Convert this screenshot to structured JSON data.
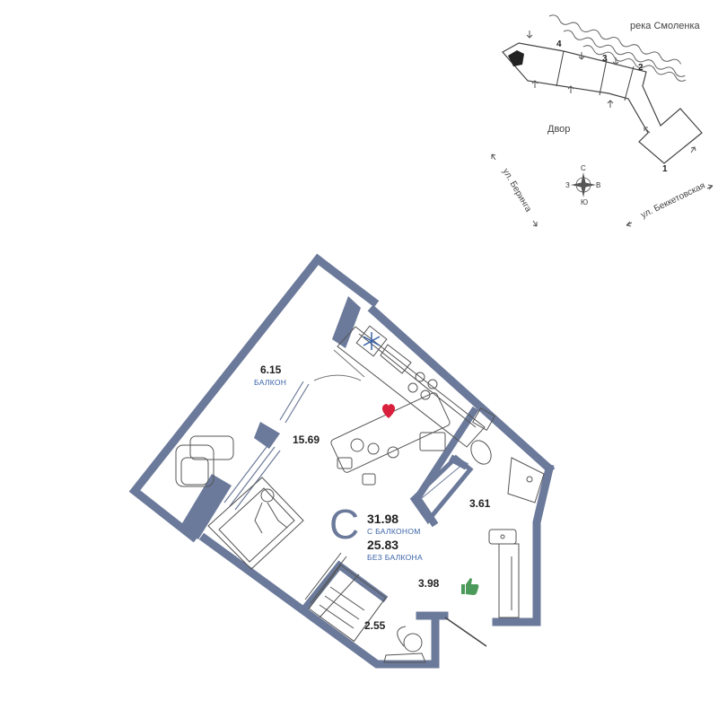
{
  "site_plan": {
    "river_label": "река Смоленка",
    "yard_label": "Двор",
    "street_west": "ул. Беринга",
    "street_east": "ул. Беккетовская",
    "section_numbers": [
      "1",
      "2",
      "3",
      "4"
    ],
    "compass": {
      "north": "С",
      "south": "Ю",
      "west": "З",
      "east": "В"
    }
  },
  "apartment": {
    "type_letter": "С",
    "total_area": "31.98",
    "total_area_caption": "С БАЛКОНОМ",
    "living_area": "25.83",
    "living_area_caption": "БЕЗ БАЛКОНА",
    "rooms": [
      {
        "area": "6.15",
        "caption": "БАЛКОН"
      },
      {
        "area": "15.69"
      },
      {
        "area": "3.61"
      },
      {
        "area": "3.98"
      },
      {
        "area": "2.55"
      }
    ]
  },
  "colors": {
    "wall": "#6b7a9a",
    "line": "#555555",
    "accent_blue": "#3b63a8",
    "heart": "#d81f3c",
    "thumb": "#4c9a5a"
  },
  "icons": [
    "snowflake-icon",
    "heart-icon",
    "thumbs-up-icon",
    "compass-icon"
  ]
}
